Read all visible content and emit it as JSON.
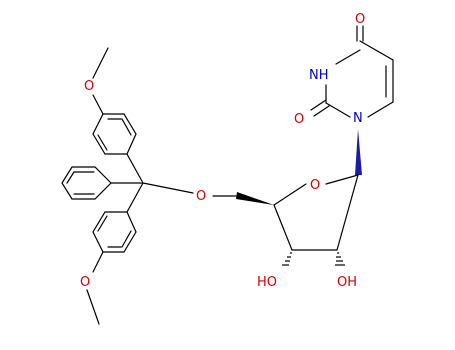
{
  "molecule": {
    "atoms": {
      "n1": "N",
      "nh3": "NH",
      "o2": "O",
      "o4": "O",
      "o_ring": "O",
      "o_ether": "O",
      "ho3": "HO",
      "oh2": "OH",
      "o_meo_top": "O",
      "o_meo_bottom": "O"
    }
  },
  "colors": {
    "oxygen": "#d40000",
    "nitrogen": "#0000cc",
    "bond": "#000000",
    "wedge_blue": "#1a1aa8",
    "background": "#ffffff"
  }
}
